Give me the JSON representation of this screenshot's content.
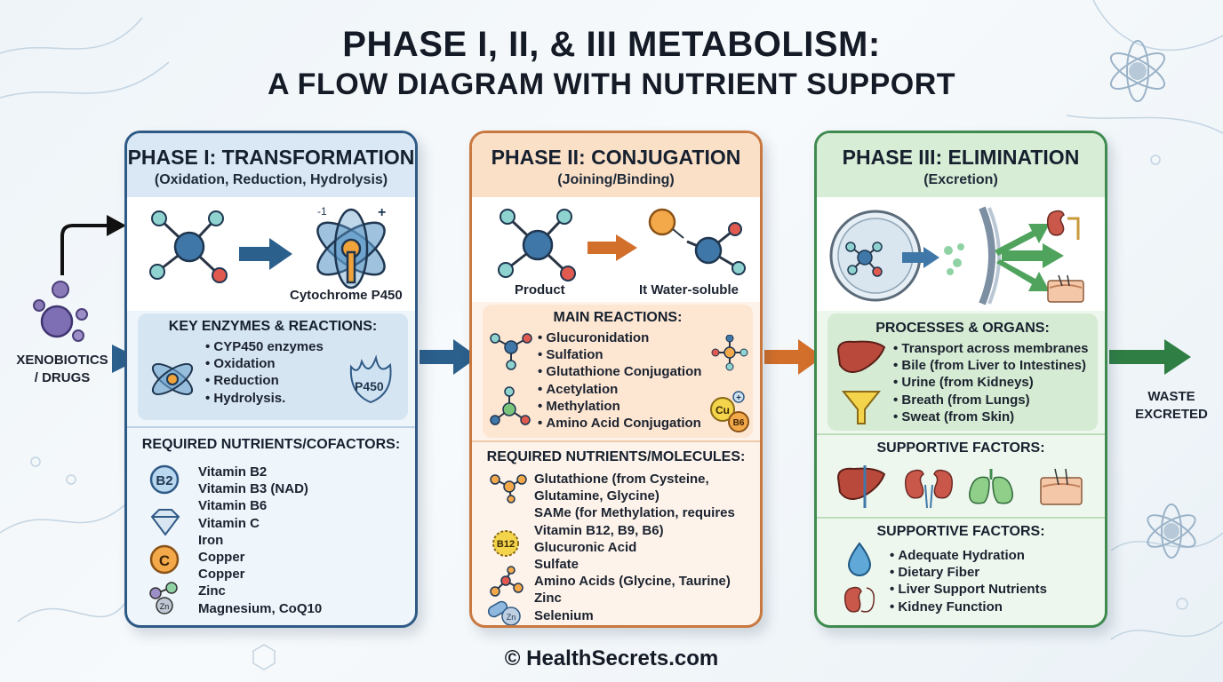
{
  "title": {
    "line1": "PHASE I, II, & III METABOLISM:",
    "line2": "A FLOW DIAGRAM WITH NUTRIENT SUPPORT"
  },
  "input_label": [
    "XENOBIOTICS",
    "/ DRUGS"
  ],
  "output_label": [
    "WASTE",
    "EXCRETED"
  ],
  "phase1": {
    "title": "PHASE I: TRANSFORMATION",
    "subtitle": "(Oxidation, Reduction, Hydrolysis)",
    "illustration_label": "Cytochrome P450",
    "enzyme_badge": "P450",
    "enzymes_title": "KEY ENZYMES & REACTIONS:",
    "enzymes": [
      "CYP450 enzymes",
      "Oxidation",
      "Reduction",
      "Hydrolysis."
    ],
    "nutrients_title": "REQUIRED NUTRIENTS/COFACTORS:",
    "nutrients": [
      "Vitamin B2",
      "Vitamin B3 (NAD)",
      "Vitamin B6",
      "Vitamin C",
      "Iron",
      "Copper",
      "Copper",
      "Zinc",
      "Magnesium, CoQ10"
    ],
    "icons": {
      "b2": "B2",
      "c": "C",
      "zn": "Zn"
    }
  },
  "phase2": {
    "title": "PHASE II: CONJUGATION",
    "subtitle": "(Joining/Binding)",
    "illustration_labels": [
      "Product",
      "It Water-soluble"
    ],
    "reactions_title": "MAIN REACTIONS:",
    "reactions": [
      "Glucuronidation",
      "Sulfation",
      "Glutathione Conjugation",
      "Acetylation",
      "Methylation",
      "Amino Acid Conjugation"
    ],
    "icons": {
      "cu": "Cu",
      "b6": "B6",
      "b12": "B12",
      "zn": "Zn"
    },
    "nutrients_title": "REQUIRED NUTRIENTS/MOLECULES:",
    "nutrients": [
      "Glutathione (from Cysteine,",
      "Glutamine, Glycine)",
      "SAMe (for Methylation, requires",
      "Vitamin B12, B9, B6)",
      "Glucuronic Acid",
      "Sulfate",
      "Amino Acids (Glycine, Taurine)",
      "Zinc",
      "Selenium"
    ]
  },
  "phase3": {
    "title": "PHASE III: ELIMINATION",
    "subtitle": "(Excretion)",
    "processes_title": "PROCESSES & ORGANS:",
    "processes": [
      "Transport across membranes",
      "Bile (from Liver to Intestines)",
      "Urine (from Kidneys)",
      "Breath (from Lungs)",
      "Sweat (from Skin)"
    ],
    "supportive_title_1": "SUPPORTIVE FACTORS:",
    "supportive_title_2": "SUPPORTIVE FACTORS:",
    "supportive": [
      "Adequate Hydration",
      "Dietary Fiber",
      "Liver Support Nutrients",
      "Kidney Function"
    ]
  },
  "footer": "© HealthSecrets.com",
  "colors": {
    "phase1": "#2f5a86",
    "phase2": "#c9793f",
    "phase3": "#3f8a4e",
    "arrow_blue": "#2b5f8c",
    "arrow_orange": "#d26f2a",
    "arrow_green": "#2f7f45"
  }
}
